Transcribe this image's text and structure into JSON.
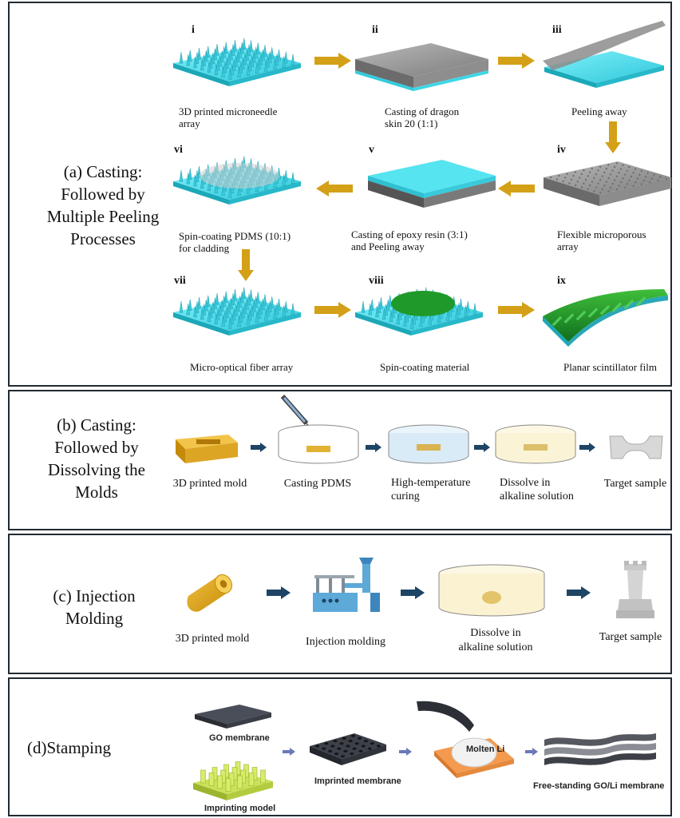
{
  "panel_a": {
    "title_line1": "(a) Casting:",
    "title_line2": "Followed by",
    "title_line3": "Multiple Peeling",
    "title_line4": "Processes",
    "steps": [
      {
        "num": "i",
        "cap1": "3D printed microneedle",
        "cap2": "array"
      },
      {
        "num": "ii",
        "cap1": "Casting of dragon",
        "cap2": "skin 20 (1:1)"
      },
      {
        "num": "iii",
        "cap1": "Peeling away",
        "cap2": ""
      },
      {
        "num": "iv",
        "cap1": "Flexible microporous",
        "cap2": "array"
      },
      {
        "num": "v",
        "cap1": "Casting of epoxy resin (3:1)",
        "cap2": "and Peeling away"
      },
      {
        "num": "vi",
        "cap1": "Spin-coating PDMS (10:1)",
        "cap2": "for cladding"
      },
      {
        "num": "vii",
        "cap1": "Micro-optical fiber array",
        "cap2": ""
      },
      {
        "num": "viii",
        "cap1": "Spin-coating material",
        "cap2": ""
      },
      {
        "num": "ix",
        "cap1": "Planar scintillator film",
        "cap2": ""
      }
    ]
  },
  "panel_b": {
    "title_line1": "(b) Casting:",
    "title_line2": "Followed by",
    "title_line3": "Dissolving the",
    "title_line4": "Molds",
    "steps": [
      {
        "cap1": "3D printed mold",
        "cap2": ""
      },
      {
        "cap1": "Casting PDMS",
        "cap2": ""
      },
      {
        "cap1": "High-temperature",
        "cap2": "curing"
      },
      {
        "cap1": "Dissolve in",
        "cap2": "alkaline solution"
      },
      {
        "cap1": "Target sample",
        "cap2": ""
      }
    ]
  },
  "panel_c": {
    "title_line1": "(c) Injection",
    "title_line2": "Molding",
    "steps": [
      {
        "cap1": "3D printed mold",
        "cap2": ""
      },
      {
        "cap1": "Injection molding",
        "cap2": ""
      },
      {
        "cap1": "Dissolve in",
        "cap2": "alkaline solution"
      },
      {
        "cap1": "Target sample",
        "cap2": ""
      }
    ]
  },
  "panel_d": {
    "title": "(d)Stamping",
    "labels": {
      "go_membrane": "GO membrane",
      "imprinting_model": "Imprinting model",
      "imprinted_membrane": "Imprinted membrane",
      "molten_li": "Molten Li",
      "free_standing": "Free-standing GO/Li membrane"
    }
  },
  "colors": {
    "border": "#1f2a33",
    "cyan_base": "#3fd6e6",
    "arrow_gold": "#d4a017",
    "arrow_navy": "#1e4466",
    "green": "#1f8f2a",
    "gray_slab": "#8a8a8a"
  }
}
